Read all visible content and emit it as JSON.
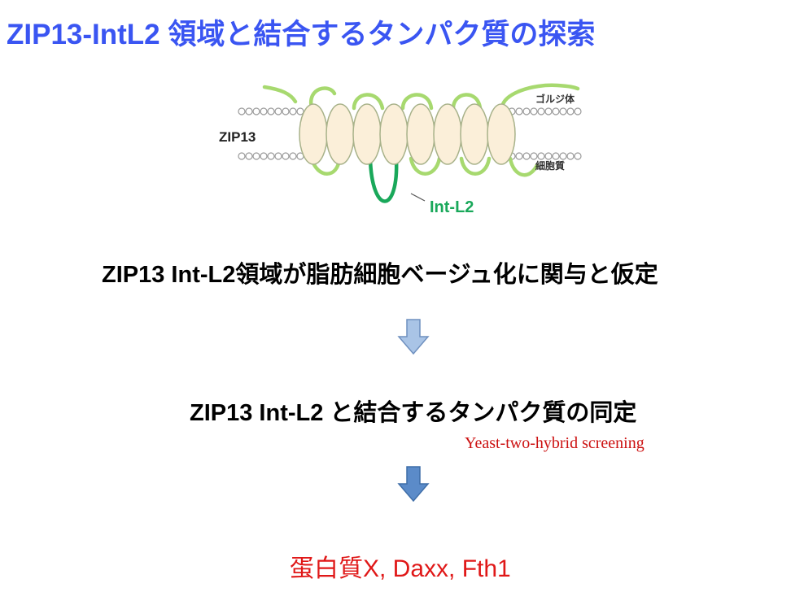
{
  "slide": {
    "title": "ZIP13-IntL2 領域と結合するタンパク質の探索",
    "diagram": {
      "protein_label": "ZIP13",
      "golgi_label": "ゴルジ体",
      "cytoplasm_label": "細胞質",
      "loop_label": "Int-L2",
      "colors": {
        "loop_highlight": "#19a85a",
        "loops": "#a7d96f",
        "helix_fill": "#fbefd9",
        "helix_stroke": "#a8b28a",
        "membrane_bead": "#b9b9b9"
      }
    },
    "step1": "ZIP13 Int-L2領域が脂肪細胞ベージュ化に関与と仮定",
    "step2": "ZIP13 Int-L2 と結合するタンパク質の同定",
    "method": "Yeast-two-hybrid screening",
    "result": "蛋白質X, Daxx, Fth1",
    "colors": {
      "title": "#3a55f2",
      "result": "#e01818",
      "method": "#cc1111",
      "arrow_light": "#a9c4e6",
      "arrow_dark": "#5b8bc9"
    }
  }
}
